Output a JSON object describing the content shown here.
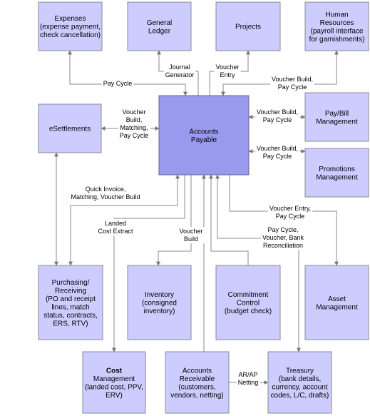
{
  "nodes": {
    "expenses": {
      "lines": [
        "Expenses",
        "(expense payment,",
        "check cancellation)"
      ]
    },
    "gl": {
      "lines": [
        "General",
        "Ledger"
      ]
    },
    "projects": {
      "lines": [
        "Projects"
      ]
    },
    "hr": {
      "lines": [
        "Human",
        "Resources",
        "(payroll interface",
        "for garnishments)"
      ]
    },
    "esettle": {
      "lines": [
        "eSettlements"
      ]
    },
    "ap": {
      "lines": [
        "Accounts",
        "Payable"
      ]
    },
    "paybill": {
      "lines": [
        "Pay/Bill",
        "Management"
      ]
    },
    "promo": {
      "lines": [
        "Promotions",
        "Management"
      ]
    },
    "purch": {
      "lines": [
        "Purchasing/",
        "Receiving",
        "(PO and receipt",
        "lines, match",
        "status, contracts,",
        "ERS, RTV)"
      ]
    },
    "inventory": {
      "lines": [
        "Inventory",
        "(consigned",
        "inventory)"
      ]
    },
    "commit": {
      "lines": [
        "Commitment",
        "Control",
        "(budget check)"
      ]
    },
    "asset": {
      "lines": [
        "Asset",
        "Management"
      ]
    },
    "cost": {
      "lines": [
        "Cost",
        "Management",
        "(landed cost, PPV,",
        "ERV)"
      ]
    },
    "ar": {
      "lines": [
        "Accounts",
        "Receivable",
        "(customers,",
        "vendors, netting)"
      ]
    },
    "treasury": {
      "lines": [
        "Treasury",
        "(bank details,",
        "currency, account",
        "codes, L/C, drafts)"
      ]
    }
  },
  "edge_labels": {
    "pay_cycle_expenses": [
      "Pay Cycle"
    ],
    "journal_generator": [
      "Journal",
      "Generator"
    ],
    "voucher_entry_proj": [
      "Voucher",
      "Entry"
    ],
    "voucher_build_hr": [
      "Voucher Build,",
      "Pay Cycle"
    ],
    "esettle": [
      "Voucher",
      "Build,",
      "Matching,",
      "Pay Cycle"
    ],
    "paybill": [
      "Voucher Build,",
      "Pay Cycle"
    ],
    "promo": [
      "Voucher Build,",
      "Pay Cycle"
    ],
    "purch": [
      "Quick Invoice,",
      "Matching, Voucher Build"
    ],
    "landed": [
      "Landed",
      "Cost Extract"
    ],
    "inventory": [
      "Voucher",
      "Build"
    ],
    "asset": [
      "Voucher Entry,",
      "Pay Cycle"
    ],
    "treasury": [
      "Pay Cycle,",
      "Voucher, Bank",
      "Reconciliation"
    ],
    "netting": [
      "AR/AP",
      "Netting"
    ]
  },
  "colors": {
    "node_fill": "#ccccff",
    "ap_fill": "#9999ee",
    "line": "#888888"
  }
}
